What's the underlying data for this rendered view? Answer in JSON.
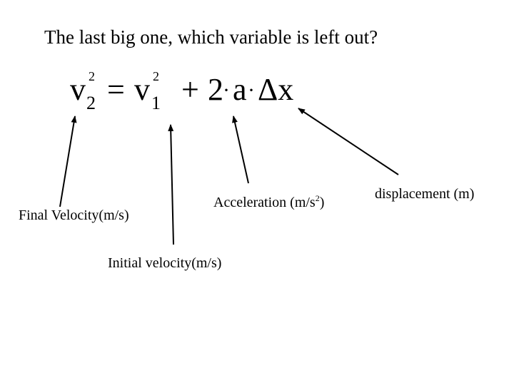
{
  "title": "The last big one, which variable is left out?",
  "equation": {
    "v_left": "v",
    "v_left_sub": "2",
    "v_left_sup": "2",
    "equals": "=",
    "v_right": "v",
    "v_right_sub": "1",
    "v_right_sup": "2",
    "plus": "+",
    "two": "2",
    "dot": "·",
    "a": "a",
    "delta_x": "Δx"
  },
  "labels": {
    "final_velocity": "Final Velocity(m/s)",
    "initial_velocity": "Initial velocity(m/s)",
    "acceleration_text": "Acceleration (m/s",
    "acceleration_sup": "2",
    "acceleration_close": ")",
    "displacement": "displacement (m)"
  },
  "colors": {
    "text": "#000000",
    "background": "#ffffff"
  }
}
